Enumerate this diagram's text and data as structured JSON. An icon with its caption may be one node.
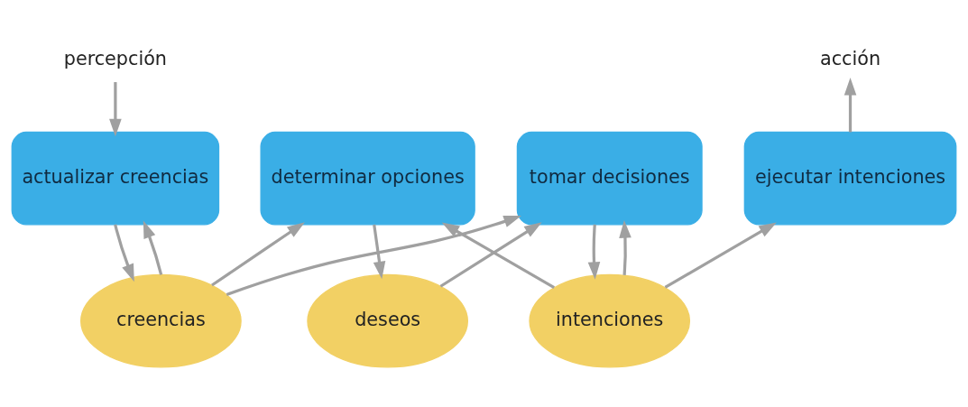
{
  "diagram": {
    "nodes": [
      {
        "text": [
          "percepción"
        ]
      },
      {
        "text": [
          "actualizar creencias"
        ]
      },
      {
        "text": [
          "determinar opciones"
        ]
      },
      {
        "text": [
          "tomar decisiones"
        ]
      },
      {
        "text": [
          "ejecutar intenciones"
        ]
      },
      {
        "text": [
          "acción"
        ]
      },
      {
        "text": [
          "creencias"
        ]
      },
      {
        "text": [
          "deseos"
        ]
      },
      {
        "text": [
          "intenciones"
        ]
      }
    ],
    "edges": [
      {
        "from": 0,
        "to": 1,
        "arrow": "to"
      },
      {
        "from": 4,
        "to": 5,
        "arrow": "to"
      },
      {
        "from": 1,
        "to": 6,
        "arrow": "to"
      },
      {
        "from": 2,
        "to": 7,
        "arrow": "to"
      },
      {
        "from": 3,
        "to": 8,
        "arrow": "to"
      },
      {
        "from": 7,
        "to": 3,
        "arrow": "to"
      },
      {
        "from": 6,
        "to": 1,
        "arrow": "to"
      },
      {
        "from": 6,
        "to": 2,
        "arrow": "to"
      },
      {
        "from": 6,
        "to": 3,
        "arrow": "to"
      },
      {
        "from": 8,
        "to": 3,
        "arrow": "to"
      },
      {
        "from": 8,
        "to": 4,
        "arrow": "to"
      },
      {
        "from": 8,
        "to": 2,
        "arrow": "to"
      }
    ]
  }
}
